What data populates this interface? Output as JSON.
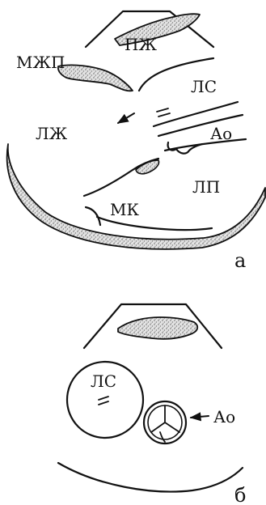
{
  "panel_a": {
    "label_mzhp": "МЖП",
    "label_pzh": "ПЖ",
    "label_ls": "ЛС",
    "label_lzh": "ЛЖ",
    "label_ao": "Ао",
    "label_lp": "ЛП",
    "label_mk": "МК",
    "panel_letter": "а"
  },
  "panel_b": {
    "label_ls": "ЛС",
    "label_ao": "Ао",
    "panel_letter": "б"
  },
  "colors": {
    "stroke": "#111111",
    "stipple": "#8a8a8a",
    "background": "#ffffff"
  }
}
